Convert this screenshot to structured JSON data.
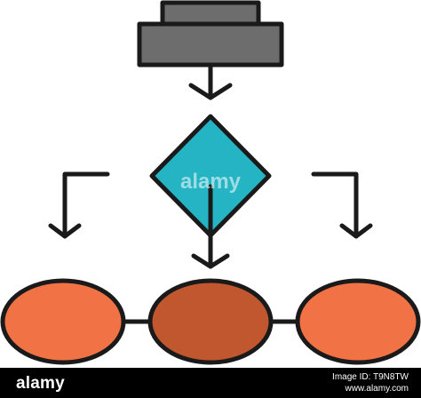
{
  "diagram": {
    "nodes": [
      {
        "id": "process-box",
        "shape": "stacked-rectangle",
        "fill": "#6d6d6d",
        "top_fill": "#6d6d6d"
      },
      {
        "id": "decision",
        "shape": "diamond",
        "fill": "#25b4c4"
      },
      {
        "id": "output-left",
        "shape": "ellipse",
        "fill": "#f07245"
      },
      {
        "id": "output-middle",
        "shape": "ellipse",
        "fill": "#c0572f"
      },
      {
        "id": "output-right",
        "shape": "ellipse",
        "fill": "#f07245"
      }
    ],
    "edges": [
      {
        "from": "process-box",
        "to": "decision"
      },
      {
        "from": "decision",
        "to": "output-left"
      },
      {
        "from": "decision",
        "to": "output-middle"
      },
      {
        "from": "decision",
        "to": "output-right"
      },
      {
        "from": "output-left",
        "to": "output-middle"
      },
      {
        "from": "output-middle",
        "to": "output-right"
      }
    ],
    "stroke_color": "#1a1a1a"
  },
  "watermark": {
    "brand": "alamy",
    "center_text": "alamy",
    "image_id": "Image ID: T9N8TW",
    "site": "www.alamy.com"
  }
}
